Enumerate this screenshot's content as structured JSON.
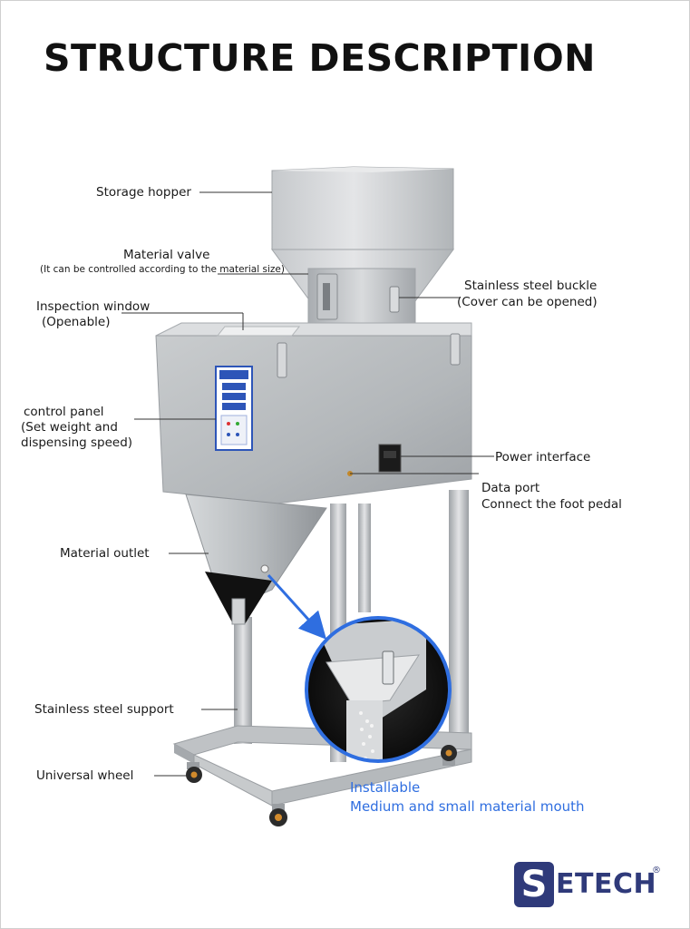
{
  "title": "STRUCTURE DESCRIPTION",
  "labels": {
    "storage_hopper": "Storage hopper",
    "material_valve": "Material valve",
    "material_valve_note": "(It can be controlled according to the material size)",
    "stainless_buckle": "Stainless steel buckle",
    "stainless_buckle_note": "(Cover can be opened)",
    "inspection_window": "Inspection window",
    "inspection_window_note": "(Openable)",
    "control_panel": "control panel",
    "control_panel_note_1": "(Set weight and",
    "control_panel_note_2": "dispensing speed)",
    "power_interface": "Power interface",
    "data_port": "Data port",
    "data_port_note": "Connect the foot pedal",
    "material_outlet": "Material outlet",
    "steel_support": "Stainless steel support",
    "universal_wheel": "Universal wheel",
    "installable_1": "Installable",
    "installable_2": "Medium and small material mouth"
  },
  "logo": {
    "mark": "S",
    "text": "ETECH",
    "registered": "®"
  },
  "colors": {
    "accent_blue": "#2f6ee0",
    "brand_navy": "#2f3a7a",
    "steel": "#b9bcbf"
  }
}
